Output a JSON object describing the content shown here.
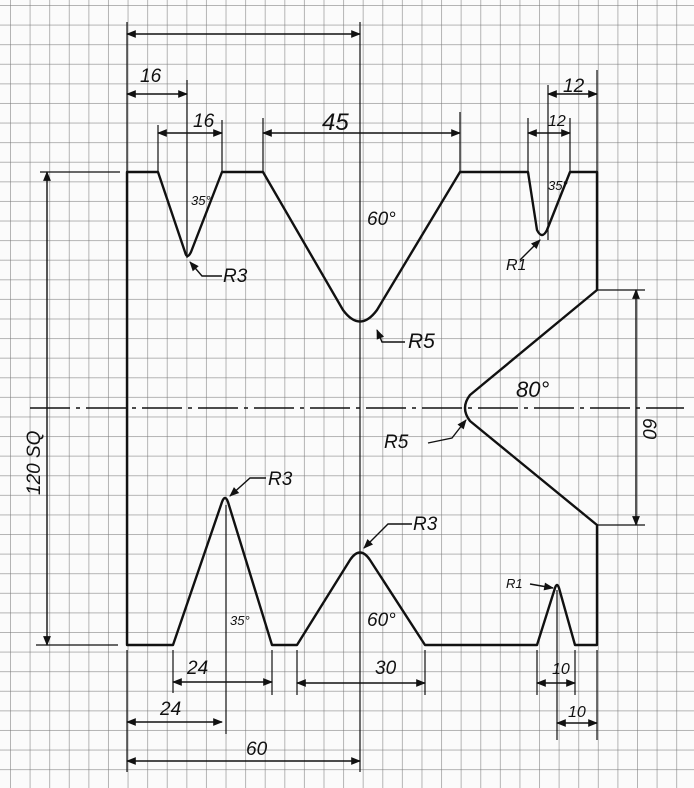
{
  "drawing": {
    "title": "Template profile sketch",
    "dimensions": {
      "left_16": "16",
      "notch_16": "16",
      "notch_45": "45",
      "right_12": "12",
      "notch_12": "12",
      "side_60": "60",
      "overall": "120 SQ",
      "peak_24": "24",
      "offset_24": "24",
      "offset_60": "60",
      "peak_30": "30",
      "peak_10": "10",
      "offset_10": "10"
    },
    "angles": {
      "top_left_notch": "35°",
      "top_center_notch": "60°",
      "top_right_notch": "35°",
      "side_notch": "80°",
      "bottom_left_peak": "35°",
      "bottom_center_peak": "60°"
    },
    "radii": {
      "top_left_notch": "R3",
      "top_center_notch": "R5",
      "top_right_notch": "R1",
      "side_notch": "R5",
      "bottom_left_peak": "R3",
      "bottom_center_peak": "R3",
      "bottom_right_peak": "R1"
    }
  }
}
